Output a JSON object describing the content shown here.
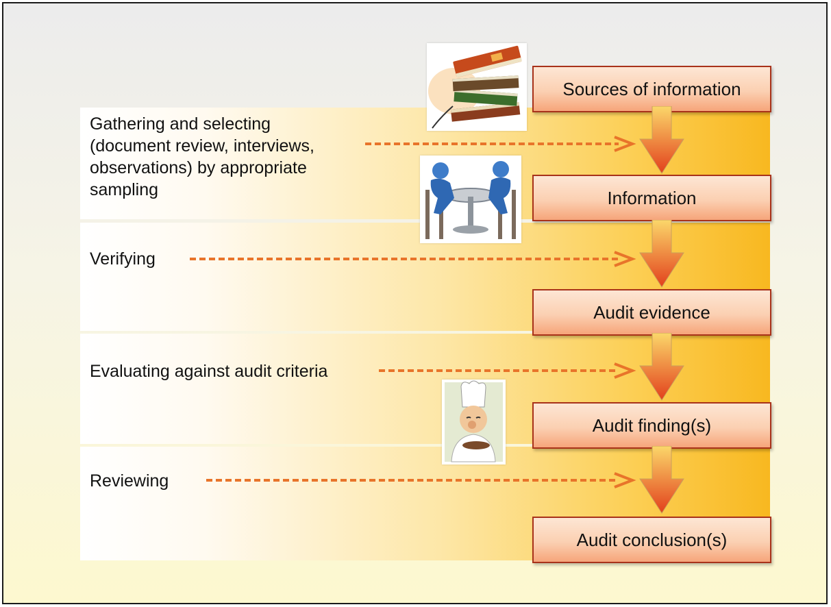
{
  "stages": [
    {
      "label": "Sources of information"
    },
    {
      "label": "Information"
    },
    {
      "label": "Audit evidence"
    },
    {
      "label": "Audit finding(s)"
    },
    {
      "label": "Audit conclusion(s)"
    }
  ],
  "steps": [
    {
      "lines": [
        "Gathering and selecting",
        "(document review, interviews,",
        "observations) by appropriate",
        "sampling"
      ]
    },
    {
      "lines": [
        "Verifying"
      ]
    },
    {
      "lines": [
        "Evaluating against audit criteria"
      ]
    },
    {
      "lines": [
        "Reviewing"
      ]
    }
  ],
  "icons": [
    "books-icon",
    "meeting-icon",
    "chef-tasting-icon"
  ],
  "colors": {
    "arrow_dash": "#e8742a",
    "box_border": "#a8321a",
    "down_arrow_top": "#fbd76a",
    "down_arrow_bottom": "#e2401c"
  }
}
